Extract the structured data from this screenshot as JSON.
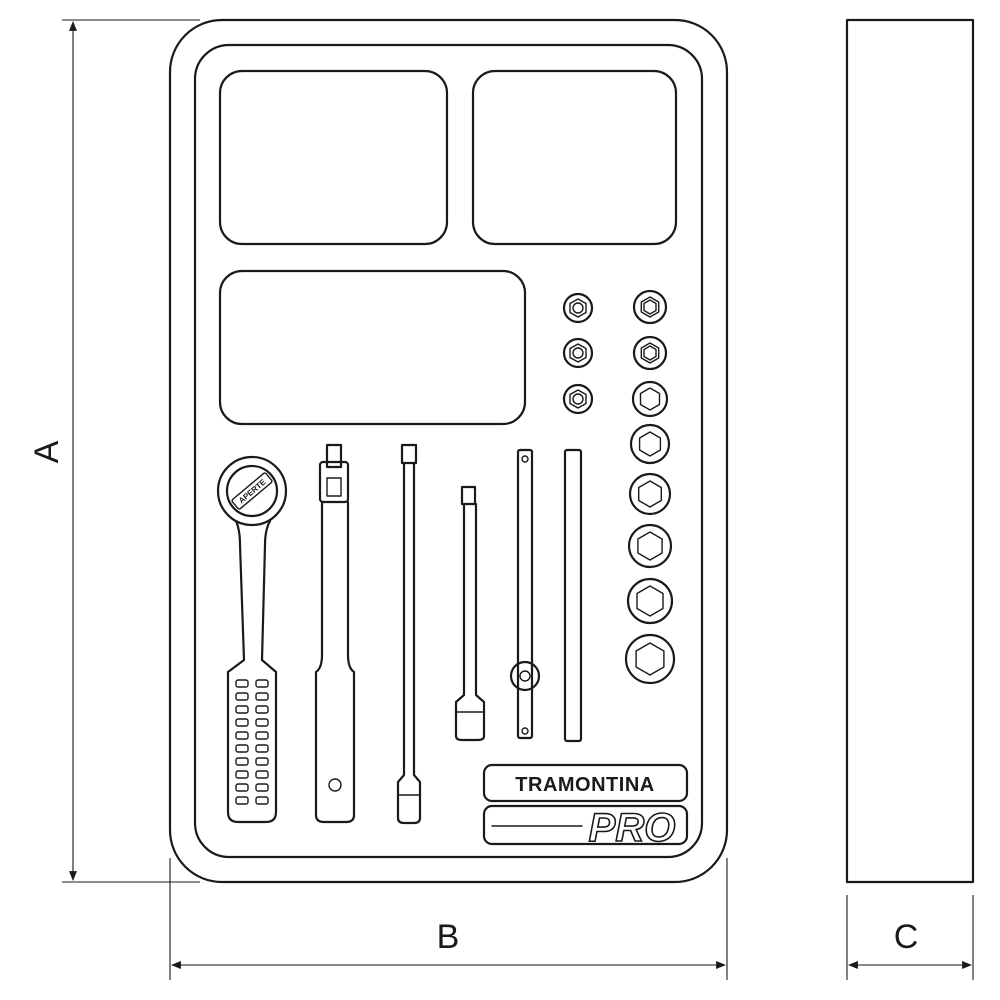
{
  "dimensions": {
    "height_label": "A",
    "width_label": "B",
    "depth_label": "C"
  },
  "brand": {
    "name": "TRAMONTINA",
    "line": "PRO"
  },
  "ratchet": {
    "head_text": "APERTE"
  },
  "compartments": {
    "empty_pockets": 3,
    "small_sockets_left_column": 3,
    "sockets_right_column": 8
  }
}
